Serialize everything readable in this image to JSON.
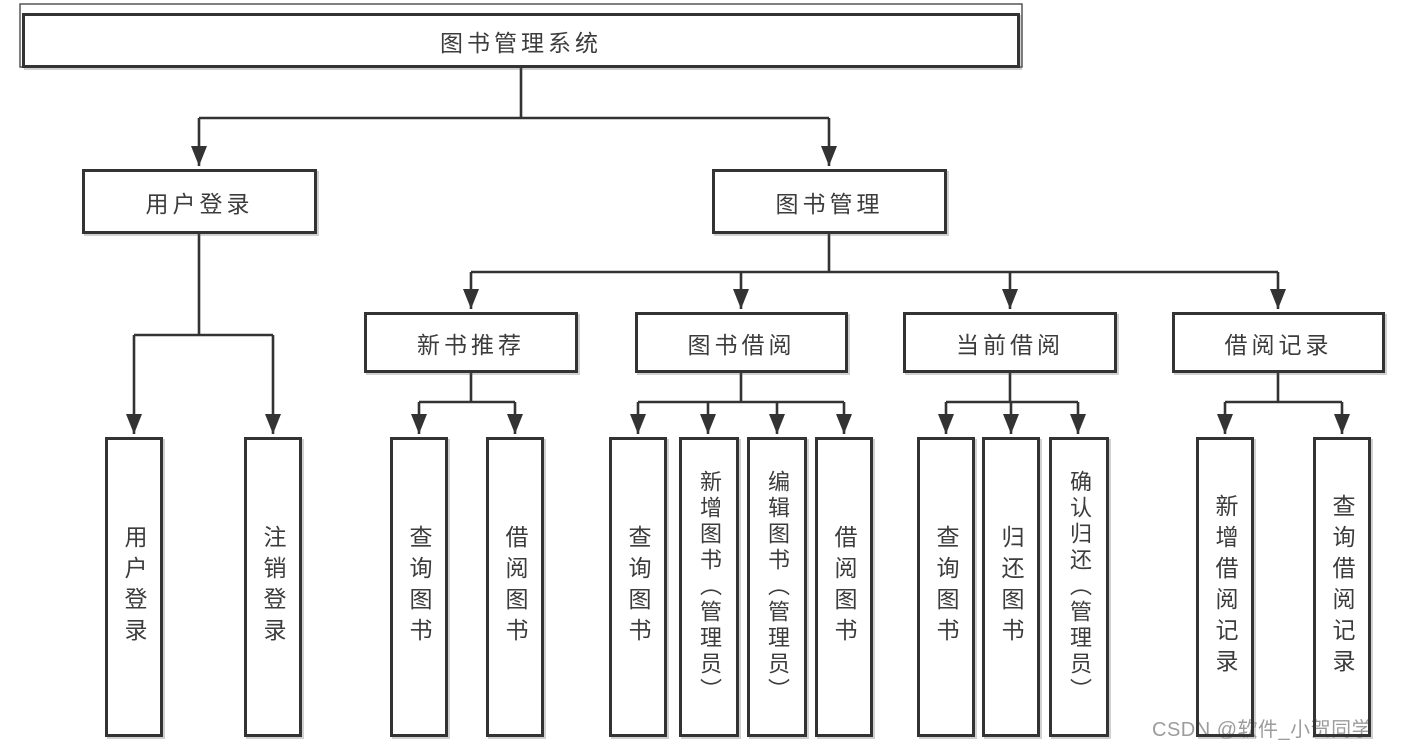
{
  "nodes": {
    "root": {
      "label": "图书管理系统"
    },
    "user_login": {
      "label": "用户登录",
      "leaves": [
        "用户登录",
        "注销登录"
      ]
    },
    "book_mgmt": {
      "label": "图书管理"
    },
    "new_books": {
      "label": "新书推荐",
      "leaves": [
        "查询图书",
        "借阅图书"
      ]
    },
    "book_borrow": {
      "label": "图书借阅",
      "leaves": [
        "查询图书",
        "新增图书（管理员）",
        "编辑图书（管理员）",
        "借阅图书"
      ]
    },
    "current_borrow": {
      "label": "当前借阅",
      "leaves": [
        "查询图书",
        "归还图书",
        "确认归还（管理员）"
      ]
    },
    "borrow_records": {
      "label": "借阅记录",
      "leaves": [
        "新增借阅记录",
        "查询借阅记录"
      ]
    }
  },
  "watermark": {
    "text": "CSDN @软件_小贺同学"
  },
  "colors": {
    "line": "#333333",
    "text": "#3c3c3c",
    "watermark": "#9c9c9c",
    "background": "#ffffff"
  }
}
